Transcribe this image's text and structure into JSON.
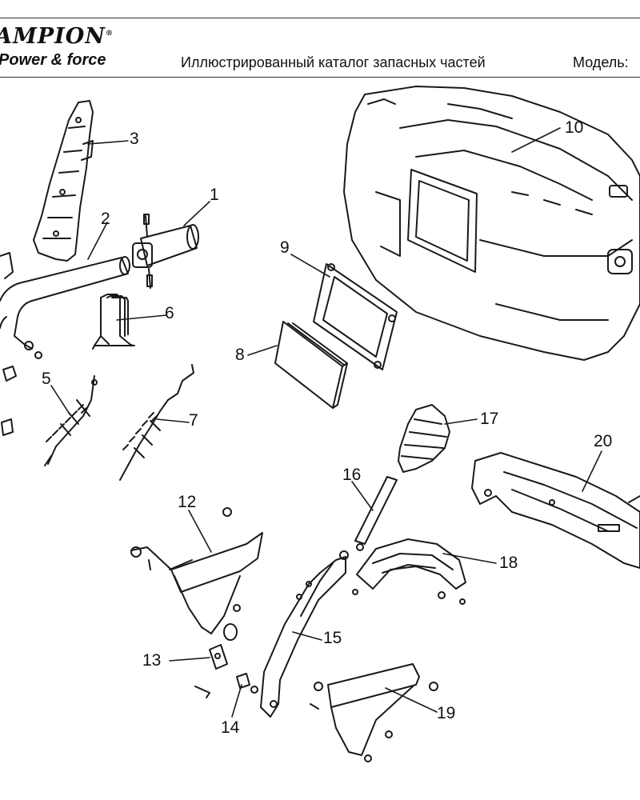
{
  "header": {
    "brand": "AMPION",
    "brand_mark": "®",
    "tagline": "Power & force",
    "title": "Иллюстрированный каталог запасных частей",
    "model_label": "Модель:"
  },
  "parts": {
    "p1": "1",
    "p2": "2",
    "p3": "3",
    "p5": "5",
    "p6": "6",
    "p7": "7",
    "p8": "8",
    "p9": "9",
    "p10": "10",
    "p12": "12",
    "p13": "13",
    "p14": "14",
    "p15": "15",
    "p16": "16",
    "p17": "17",
    "p18": "18",
    "p19": "19",
    "p20": "20"
  }
}
